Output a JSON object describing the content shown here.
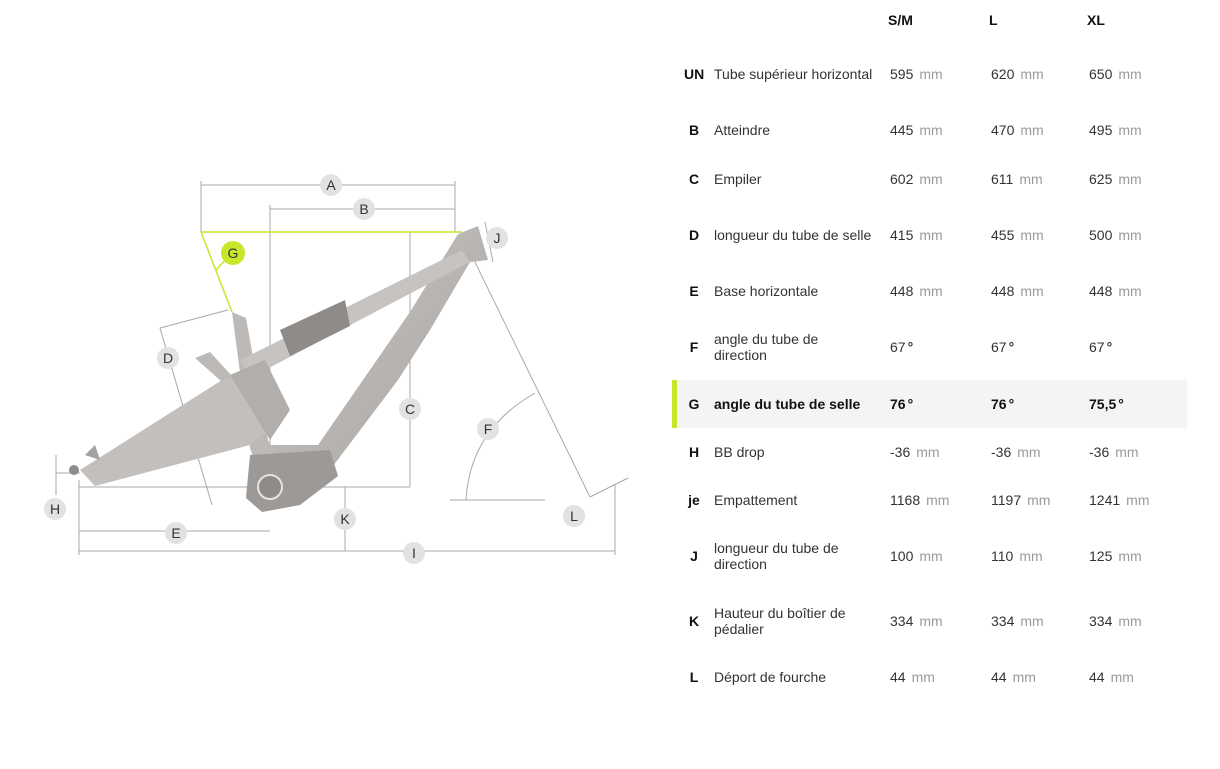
{
  "diagram": {
    "labels": {
      "A": "A",
      "B": "B",
      "C": "C",
      "D": "D",
      "E": "E",
      "F": "F",
      "G": "G",
      "H": "H",
      "I": "I",
      "J": "J",
      "K": "K",
      "L": "L"
    },
    "colors": {
      "highlight": "#c8e62a",
      "frame": "#b7b3b0",
      "dimension": "#a9a9a9"
    }
  },
  "geometry": {
    "columns": [
      "S/M",
      "L",
      "XL"
    ],
    "rows": [
      {
        "letter": "UN",
        "label": "Tube supérieur horizontal",
        "values": [
          {
            "n": "595",
            "u": "mm"
          },
          {
            "n": "620",
            "u": "mm"
          },
          {
            "n": "650",
            "u": "mm"
          }
        ]
      },
      {
        "letter": "B",
        "label": "Atteindre",
        "values": [
          {
            "n": "445",
            "u": "mm"
          },
          {
            "n": "470",
            "u": "mm"
          },
          {
            "n": "495",
            "u": "mm"
          }
        ]
      },
      {
        "letter": "C",
        "label": "Empiler",
        "values": [
          {
            "n": "602",
            "u": "mm"
          },
          {
            "n": "611",
            "u": "mm"
          },
          {
            "n": "625",
            "u": "mm"
          }
        ]
      },
      {
        "letter": "D",
        "label": "longueur du tube de selle",
        "values": [
          {
            "n": "415",
            "u": "mm"
          },
          {
            "n": "455",
            "u": "mm"
          },
          {
            "n": "500",
            "u": "mm"
          }
        ]
      },
      {
        "letter": "E",
        "label": "Base horizontale",
        "values": [
          {
            "n": "448",
            "u": "mm"
          },
          {
            "n": "448",
            "u": "mm"
          },
          {
            "n": "448",
            "u": "mm"
          }
        ]
      },
      {
        "letter": "F",
        "label": "angle du tube de direction",
        "values": [
          {
            "n": "67",
            "u": "°"
          },
          {
            "n": "67",
            "u": "°"
          },
          {
            "n": "67",
            "u": "°"
          }
        ]
      },
      {
        "letter": "G",
        "label": "angle du tube de selle",
        "highlight": true,
        "values": [
          {
            "n": "76",
            "u": "°"
          },
          {
            "n": "76",
            "u": "°"
          },
          {
            "n": "75,5",
            "u": "°"
          }
        ]
      },
      {
        "letter": "H",
        "label": "BB drop",
        "values": [
          {
            "n": "-36",
            "u": "mm"
          },
          {
            "n": "-36",
            "u": "mm"
          },
          {
            "n": "-36",
            "u": "mm"
          }
        ]
      },
      {
        "letter": "je",
        "label": "Empattement",
        "values": [
          {
            "n": "1168",
            "u": "mm"
          },
          {
            "n": "1197",
            "u": "mm"
          },
          {
            "n": "1241",
            "u": "mm"
          }
        ]
      },
      {
        "letter": "J",
        "label": "longueur du tube de direction",
        "values": [
          {
            "n": "100",
            "u": "mm"
          },
          {
            "n": "110",
            "u": "mm"
          },
          {
            "n": "125",
            "u": "mm"
          }
        ]
      },
      {
        "letter": "K",
        "label": "Hauteur du boîtier de pédalier",
        "values": [
          {
            "n": "334",
            "u": "mm"
          },
          {
            "n": "334",
            "u": "mm"
          },
          {
            "n": "334",
            "u": "mm"
          }
        ]
      },
      {
        "letter": "L",
        "label": "Déport de fourche",
        "values": [
          {
            "n": "44",
            "u": "mm"
          },
          {
            "n": "44",
            "u": "mm"
          },
          {
            "n": "44",
            "u": "mm"
          }
        ]
      }
    ]
  }
}
